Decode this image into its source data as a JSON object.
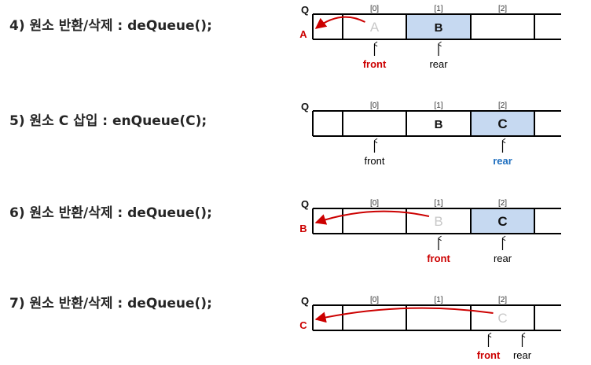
{
  "colors": {
    "highlight": "#c6d9f1",
    "removed_text": "#c8c8c8",
    "red": "#cc0000",
    "blue": "#1f6fbf",
    "line": "#000000"
  },
  "steps": [
    {
      "title": "4) 원소 반환/삭제 : deQueue();",
      "queue_label": "Q",
      "indices": [
        "[0]",
        "[1]",
        "[2]"
      ],
      "cells": [
        {
          "value": "",
          "style": "normal"
        },
        {
          "value": "A",
          "style": "removed"
        },
        {
          "value": "B",
          "style": "highlight"
        },
        {
          "value": "",
          "style": "normal"
        },
        {
          "value": "",
          "style": "normal"
        }
      ],
      "returned": "A",
      "pointers": [
        {
          "label": "front",
          "cell": 1,
          "color": "red"
        },
        {
          "label": "rear",
          "cell": 2,
          "color": "black"
        }
      ]
    },
    {
      "title": "5) 원소 C 삽입 : enQueue(C);",
      "queue_label": "Q",
      "indices": [
        "[0]",
        "[1]",
        "[2]"
      ],
      "cells": [
        {
          "value": "",
          "style": "normal"
        },
        {
          "value": "",
          "style": "normal"
        },
        {
          "value": "B",
          "style": "normal"
        },
        {
          "value": "C",
          "style": "highlight"
        },
        {
          "value": "",
          "style": "normal"
        }
      ],
      "returned": "",
      "pointers": [
        {
          "label": "front",
          "cell": 1,
          "color": "black"
        },
        {
          "label": "rear",
          "cell": 3,
          "color": "blue"
        }
      ]
    },
    {
      "title": "6) 원소 반환/삭제 : deQueue();",
      "queue_label": "Q",
      "indices": [
        "[0]",
        "[1]",
        "[2]"
      ],
      "cells": [
        {
          "value": "",
          "style": "normal"
        },
        {
          "value": "",
          "style": "normal"
        },
        {
          "value": "B",
          "style": "removed"
        },
        {
          "value": "C",
          "style": "highlight"
        },
        {
          "value": "",
          "style": "normal"
        }
      ],
      "returned": "B",
      "pointers": [
        {
          "label": "front",
          "cell": 2,
          "color": "red"
        },
        {
          "label": "rear",
          "cell": 3,
          "color": "black"
        }
      ]
    },
    {
      "title": "7) 원소 반환/삭제 : deQueue();",
      "queue_label": "Q",
      "indices": [
        "[0]",
        "[1]",
        "[2]"
      ],
      "cells": [
        {
          "value": "",
          "style": "normal"
        },
        {
          "value": "",
          "style": "normal"
        },
        {
          "value": "",
          "style": "normal"
        },
        {
          "value": "C",
          "style": "removed"
        },
        {
          "value": "",
          "style": "normal"
        }
      ],
      "returned": "C",
      "pointers": [
        {
          "label": "front",
          "cell": 3,
          "color": "red"
        },
        {
          "label": "rear",
          "cell": 3,
          "color": "black"
        }
      ]
    }
  ]
}
